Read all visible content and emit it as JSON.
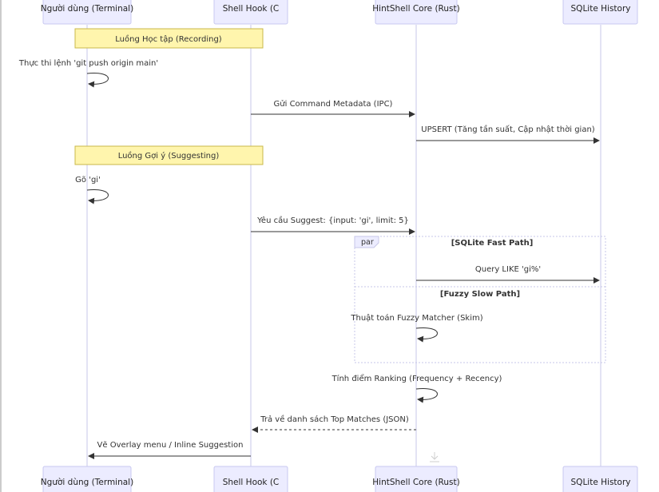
{
  "participants": [
    {
      "id": "user",
      "label": "Người dùng (Terminal)"
    },
    {
      "id": "hook",
      "label": "Shell Hook (C"
    },
    {
      "id": "core",
      "label": "HintShell Core (Rust)"
    },
    {
      "id": "db",
      "label": "SQLite History"
    }
  ],
  "notes": [
    {
      "text": "Luồng Học tập (Recording)"
    },
    {
      "text": "Luồng Gợi ý (Suggesting)"
    }
  ],
  "messages": [
    {
      "from": "user",
      "to": "user",
      "text": "Thực thi lệnh 'git push origin main'",
      "style": "solid"
    },
    {
      "from": "hook",
      "to": "core",
      "text": "Gửi Command Metadata (IPC)",
      "style": "solid"
    },
    {
      "from": "core",
      "to": "db",
      "text": "UPSERT (Tăng tần suất, Cập nhật thời gian)",
      "style": "solid"
    },
    {
      "from": "user",
      "to": "user",
      "text": "Gõ 'gi'",
      "style": "solid"
    },
    {
      "from": "hook",
      "to": "core",
      "text": "Yêu cầu Suggest: {input: 'gi', limit: 5}",
      "style": "solid"
    },
    {
      "from": "core",
      "to": "db",
      "text": "Query LIKE 'gi%'",
      "style": "solid"
    },
    {
      "from": "core",
      "to": "core",
      "text": "Thuật toán Fuzzy Matcher (Skim)",
      "style": "solid"
    },
    {
      "from": "core",
      "to": "core",
      "text": "Tính điểm Ranking (Frequency + Recency)",
      "style": "solid"
    },
    {
      "from": "core",
      "to": "hook",
      "text": "Trả về danh sách Top Matches (JSON)",
      "style": "dotted"
    },
    {
      "from": "hook",
      "to": "user",
      "text": "Vẽ Overlay menu / Inline Suggestion",
      "style": "solid"
    }
  ],
  "par_block": {
    "label": "par",
    "sections": [
      "[SQLite Fast Path]",
      "[Fuzzy Slow Path]"
    ]
  },
  "colors": {
    "actor_fill": "#ececff",
    "note_fill": "#fff5ad",
    "line": "#333333"
  }
}
